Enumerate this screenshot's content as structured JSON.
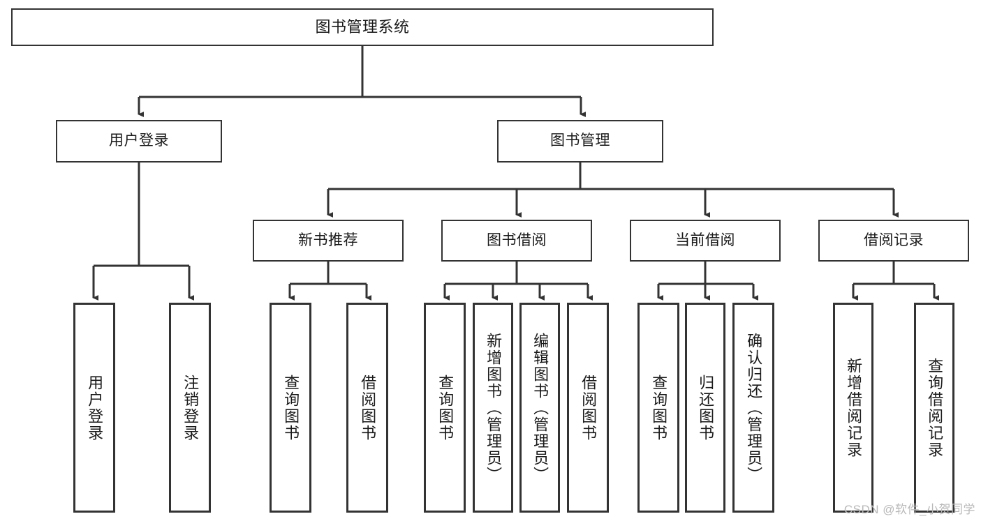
{
  "diagram": {
    "title_node": {
      "label": "图书管理系统"
    },
    "level1": [
      {
        "id": "user-login",
        "label": "用户登录"
      },
      {
        "id": "book-management",
        "label": "图书管理"
      }
    ],
    "level2": [
      {
        "id": "new-book-recommend",
        "label": "新书推荐"
      },
      {
        "id": "book-borrow",
        "label": "图书借阅"
      },
      {
        "id": "current-borrow",
        "label": "当前借阅"
      },
      {
        "id": "borrow-record",
        "label": "借阅记录"
      }
    ],
    "leaves": {
      "user_login": [
        {
          "id": "leaf-user-login",
          "label": "用户登录"
        },
        {
          "id": "leaf-logout-login",
          "label": "注销登录"
        }
      ],
      "new_book_recommend": [
        {
          "id": "leaf-query-book-1",
          "label": "查询图书"
        },
        {
          "id": "leaf-borrow-book-1",
          "label": "借阅图书"
        }
      ],
      "book_borrow": [
        {
          "id": "leaf-query-book-2",
          "label": "查询图书"
        },
        {
          "id": "leaf-add-book",
          "label": "新增图书（管理员）"
        },
        {
          "id": "leaf-edit-book",
          "label": "编辑图书（管理员）"
        },
        {
          "id": "leaf-borrow-book-2",
          "label": "借阅图书"
        }
      ],
      "current_borrow": [
        {
          "id": "leaf-query-book-3",
          "label": "查询图书"
        },
        {
          "id": "leaf-return-book",
          "label": "归还图书"
        },
        {
          "id": "leaf-confirm-return",
          "label": "确认归还（管理员）"
        }
      ],
      "borrow_record": [
        {
          "id": "leaf-add-record",
          "label": "新增借阅记录"
        },
        {
          "id": "leaf-query-record",
          "label": "查询借阅记录"
        }
      ]
    }
  },
  "watermark": {
    "text": "CSDN @软件_小贺同学"
  },
  "colors": {
    "stroke": "#333333",
    "background": "#ffffff",
    "text": "#1a1a1a",
    "watermark": "#b9b9b9"
  }
}
